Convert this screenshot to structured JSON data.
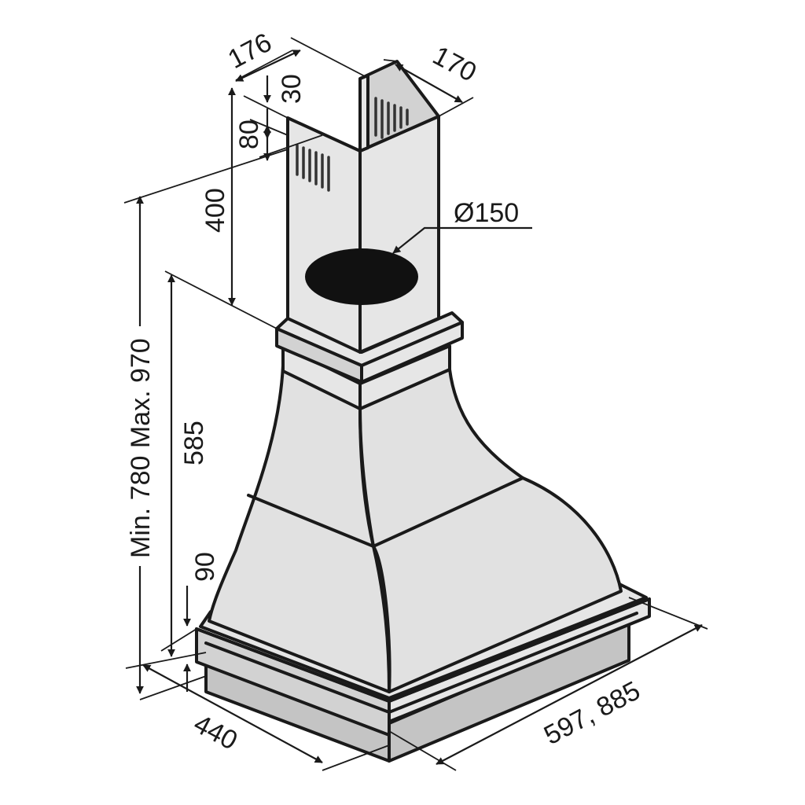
{
  "diagram": {
    "dimensions": {
      "chimney_depth": "176",
      "chimney_width": "170",
      "top_offset": "30",
      "vent_height": "80",
      "chimney_height": "400",
      "outlet_diameter": "Ø150",
      "total_height": "Min. 780 Max. 970",
      "hood_height": "585",
      "base_height": "90",
      "hood_depth": "440",
      "hood_width": "597, 885"
    },
    "colors": {
      "line": "#1a1a1a",
      "surface": "#e1e1e1",
      "shadow": "#c4c4c4",
      "outlet": "#111111"
    }
  }
}
